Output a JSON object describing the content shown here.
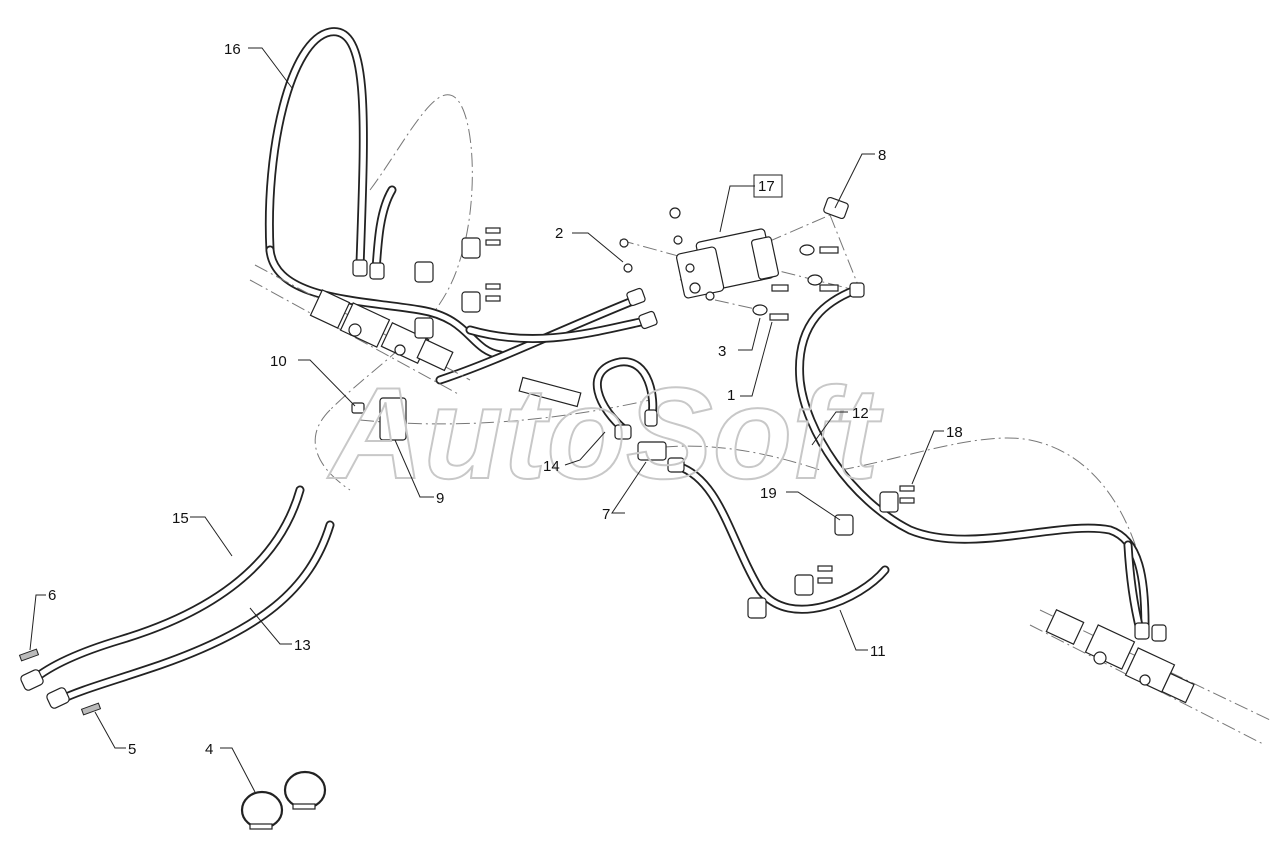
{
  "watermark": "AutoSoft",
  "callouts": [
    {
      "id": "c16",
      "label": "16"
    },
    {
      "id": "c8",
      "label": "8"
    },
    {
      "id": "c17",
      "label": "17",
      "boxed": true
    },
    {
      "id": "c2",
      "label": "2"
    },
    {
      "id": "c3",
      "label": "3"
    },
    {
      "id": "c1",
      "label": "1"
    },
    {
      "id": "c10",
      "label": "10"
    },
    {
      "id": "c12",
      "label": "12"
    },
    {
      "id": "c18",
      "label": "18"
    },
    {
      "id": "c14",
      "label": "14"
    },
    {
      "id": "c9",
      "label": "9"
    },
    {
      "id": "c7",
      "label": "7"
    },
    {
      "id": "c19",
      "label": "19"
    },
    {
      "id": "c15",
      "label": "15"
    },
    {
      "id": "c6",
      "label": "6"
    },
    {
      "id": "c13",
      "label": "13"
    },
    {
      "id": "c11",
      "label": "11"
    },
    {
      "id": "c5",
      "label": "5"
    },
    {
      "id": "c4",
      "label": "4"
    }
  ]
}
